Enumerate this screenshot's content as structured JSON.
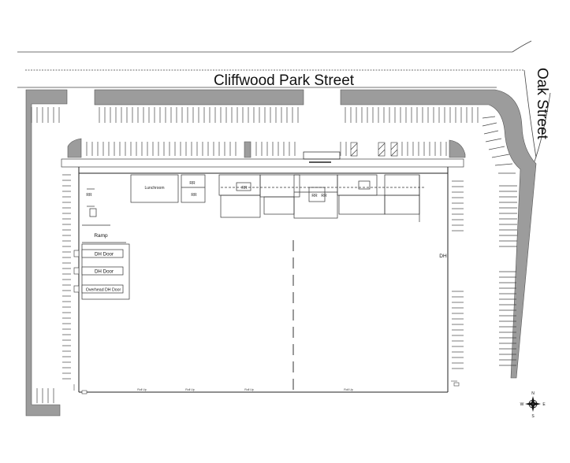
{
  "streets": {
    "main": "Cliffwood Park Street",
    "side": "Oak Street"
  },
  "rooms": {
    "lunchroom": "Lunchroom",
    "rr_a": "RR",
    "rr_b": "RR",
    "rr_c": "RR",
    "rr_d": "RR",
    "rr_e": "RR",
    "rr_f": "RR"
  },
  "ramp": "Ramp",
  "doors": {
    "dh1": "DH Door",
    "dh2": "DH Door",
    "overhead": "Overhead DH Door",
    "dh_east": "DH"
  },
  "roll_up": [
    "Roll Up",
    "Roll Up",
    "Roll Up",
    "Roll Up"
  ],
  "compass": {
    "n": "N",
    "s": "S",
    "e": "E",
    "w": "W"
  }
}
